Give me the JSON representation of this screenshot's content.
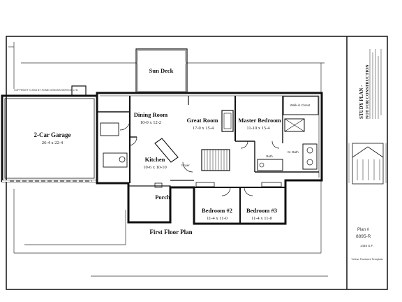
{
  "copyright": "COPYRIGHT © 2004 BY HOME DESIGNS SERVICE, LTD.",
  "rooms": {
    "sun_deck": {
      "name": "Sun Deck"
    },
    "garage": {
      "name": "2-Car Garage",
      "dims": "26-4 x 22-4"
    },
    "dining": {
      "name": "Dining Room",
      "dims": "10-0 x 12-2"
    },
    "great": {
      "name": "Great Room",
      "dims": "17-0 x 15-4"
    },
    "master": {
      "name": "Master Bedroom",
      "dims": "11-10 x 15-4"
    },
    "walkin": {
      "name": "Walk-in Closet"
    },
    "kitchen": {
      "name": "Kitchen",
      "dims": "10-6 x 10-10"
    },
    "foyer": {
      "name": "Foyer"
    },
    "m_bath": {
      "name": "M. Bath"
    },
    "bath": {
      "name": "Bath"
    },
    "porch": {
      "name": "Porch"
    },
    "bed2": {
      "name": "Bedroom #2",
      "dims": "11-4 x 11-0"
    },
    "bed3": {
      "name": "Bedroom #3",
      "dims": "11-4 x 11-0"
    }
  },
  "plan_title": "First Floor Plan",
  "title_block": {
    "heading_line1": "STUDY PLAN -",
    "heading_line2": "NOT FOR CONSTRUCTION",
    "plan_label": "Plan #",
    "plan_number": "8895-R",
    "area": "1445 S.F.",
    "footer": "Yellow Pastures Template"
  },
  "colors": {
    "ink": "#111111",
    "paper": "#ffffff",
    "hatch": "#555555"
  }
}
